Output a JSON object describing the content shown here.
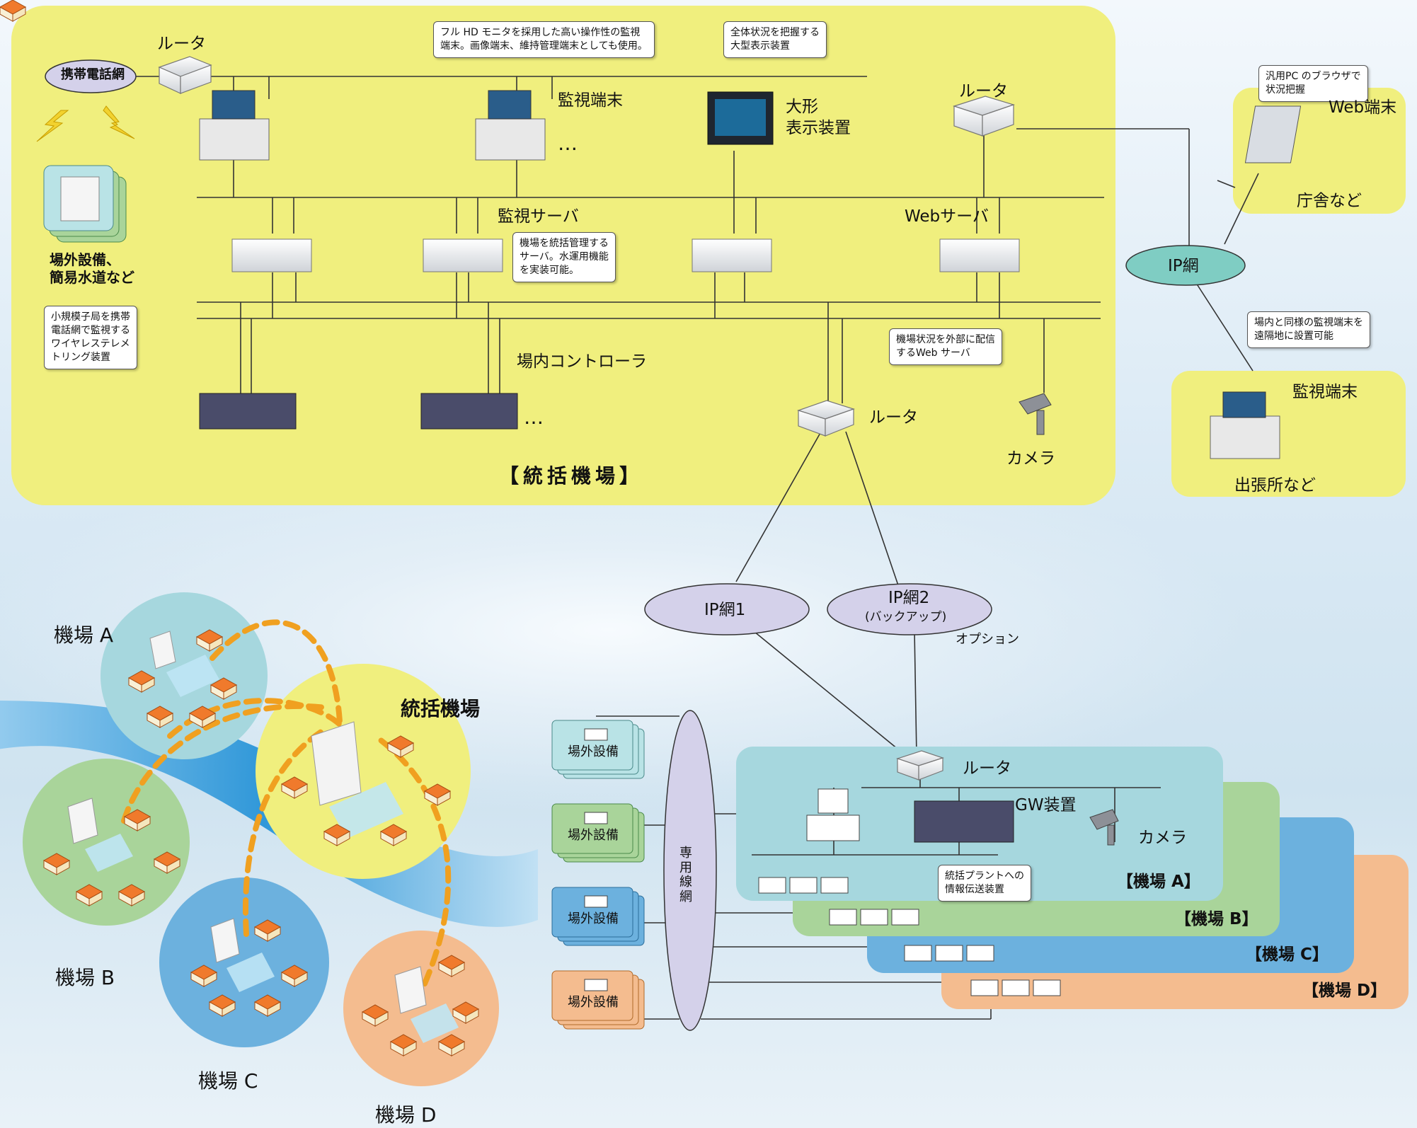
{
  "hq": {
    "title": "【統括機場】",
    "mobile_network": "携帯電話網",
    "router_label": "ルータ",
    "monitor_terminal_label": "監視端末",
    "ellipsis": "…",
    "large_display_label": "大形\n表示装置",
    "monitor_server_label": "監視サーバ",
    "web_server_label": "Webサーバ",
    "controller_label": "場内コントローラ",
    "camera_label": "カメラ",
    "outside_label": "場外設備、\n簡易水道など",
    "callouts": {
      "hd_monitor": "フル HD モニタを採用した高い操作性の監視\n端末。画像端末、維持管理端末としても使用。",
      "large_display": "全体状況を把握する\n大型表示装置",
      "monitor_server": "機場を統括管理する\nサーバ。水運用機能\nを実装可能。",
      "web_server": "機場状況を外部に配信\nするWeb サーバ",
      "telemetry": "小規模子局を携帯\n電話網で監視する\nワイヤレステレメ\nトリング装置"
    }
  },
  "web_panel": {
    "label": "Web端末",
    "place": "庁舎など",
    "callout": "汎用PC のブラウザで\n状況把握"
  },
  "branch_panel": {
    "label": "監視端末",
    "place": "出張所など",
    "callout": "場内と同様の監視端末を\n遠隔地に設置可能"
  },
  "networks": {
    "ip": "IP網",
    "ip1": "IP網1",
    "ip2": "IP網2",
    "ip2_sub": "(バックアップ)",
    "option": "オプション",
    "dedicated": "専用線網"
  },
  "map": {
    "hq": "統括機場",
    "a": "機場 A",
    "b": "機場 B",
    "c": "機場 C",
    "d": "機場 D"
  },
  "site": {
    "router": "ルータ",
    "gw": "GW装置",
    "camera": "カメラ",
    "callout": "統括プラントへの\n情報伝送装置",
    "a": "【機場 A】",
    "b": "【機場 B】",
    "c": "【機場 C】",
    "d": "【機場 D】",
    "outside_equipment": "場外設備"
  },
  "colors": {
    "hq_panel": "#f0ef7e",
    "site_a": "#a6d7de",
    "site_b": "#a9d49a",
    "site_c": "#6cb1de",
    "site_d": "#f4bc8f",
    "network_ellipse": "#d4d1ea",
    "ip_ellipse": "#7fcdc3",
    "river": "#1e8fd6",
    "dashed_route": "#f0a020"
  }
}
